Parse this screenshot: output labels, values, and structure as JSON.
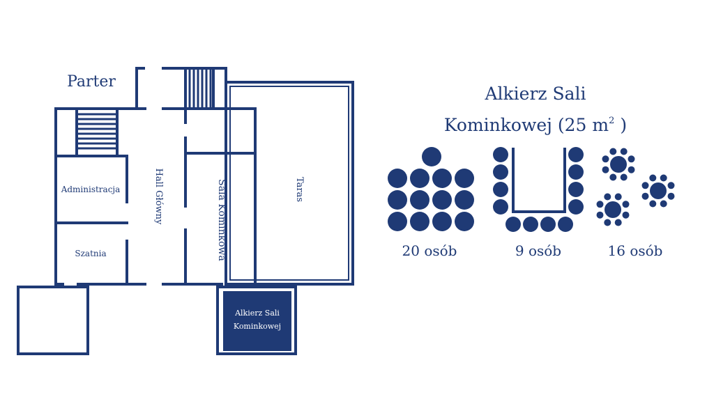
{
  "floor_label": "Parter",
  "rooms": {
    "administracja": "Administracja",
    "szatnia": "Szatnia",
    "hall": "Hall Główny",
    "sala": "Sala Kominkowa",
    "taras": "Taras",
    "alkierz_line1": "Alkierz Sali",
    "alkierz_line2": "Kominkowej"
  },
  "title": {
    "line1": "Alkierz Sali",
    "line2": "Kominkowej (25 m",
    "sup": "2",
    "close": " )"
  },
  "layouts": [
    {
      "label": "20 osób",
      "icon": "theater-seating-icon"
    },
    {
      "label": "9 osób",
      "icon": "u-shape-seating-icon"
    },
    {
      "label": "16 osób",
      "icon": "round-tables-icon"
    }
  ],
  "colors": {
    "primary": "#1f3a75",
    "background": "#ffffff"
  }
}
